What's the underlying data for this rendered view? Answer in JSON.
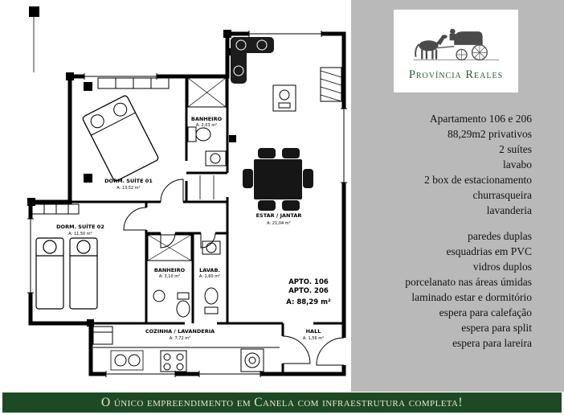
{
  "floorplan": {
    "rooms": [
      {
        "name": "DORM. SUÍTE 01",
        "area": "A: 13,52 m²"
      },
      {
        "name": "BANHEIRO",
        "area": "A: 2,03 m²"
      },
      {
        "name": "DORM. SUÍTE 02",
        "area": "A: 11,50 m²"
      },
      {
        "name": "BANHEIRO",
        "area": "A: 3,10 m²"
      },
      {
        "name": "LAVAB.",
        "area": "A: 1,60 m²"
      },
      {
        "name": "ESTAR / JANTAR",
        "area": "A: 21,04 m²"
      },
      {
        "name": "COZINHA / LAVANDERIA",
        "area": "A: 7,72 m²"
      },
      {
        "name": "HALL",
        "area": "A: 1,56 m²"
      }
    ],
    "unit": {
      "line1": "APTO. 106",
      "line2": "APTO. 206",
      "line3": "A: 88,29 m²"
    }
  },
  "sidebar": {
    "brand": "Província Reales",
    "details": [
      "Apartamento 106 e 206",
      "88,29m2 privativos",
      "2 suítes",
      "lavabo",
      "2 box de estacionamento",
      "churrasqueira",
      "lavanderia"
    ],
    "features": [
      "paredes duplas",
      "esquadrias em PVC",
      "vidros duplos",
      "porcelanato nas áreas úmidas",
      "laminado estar e dormitório",
      "espera para calefação",
      "espera para split",
      "espera para lareira"
    ]
  },
  "banner": {
    "text": "O único empreendimento em Canela com infraestrutura completa!"
  },
  "colors": {
    "banner_green": "#1d4a24",
    "brand_green": "#2f5c31",
    "sidebar_gray": "#b9b9b9"
  }
}
